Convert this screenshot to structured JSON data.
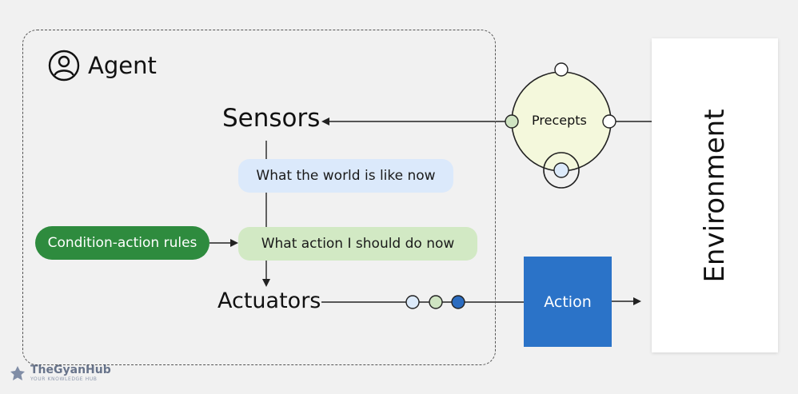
{
  "agent": {
    "title": "Agent"
  },
  "labels": {
    "sensors": "Sensors",
    "actuators": "Actuators",
    "world_state": "What the world is like now",
    "action_choice": "What action I should do now",
    "rules": "Condition-action rules",
    "precepts": "Precepts",
    "action": "Action",
    "environment": "Environment"
  },
  "watermark": {
    "brand": "TheGyanHub",
    "tagline": "YOUR KNOWLEDGE HUB"
  },
  "colors": {
    "rules_fill": "#2e8b3e",
    "world_pill": "#dbe9fb",
    "action_pill": "#d2e9c4",
    "precepts_circle": "#f4f8dc",
    "action_box": "#2b73c8",
    "dot_light_blue": "#dceafa",
    "dot_light_green": "#cfe4c2",
    "dot_dark_blue": "#2b6cc0"
  },
  "icons": [
    "user-circle-icon",
    "arrow-head-icon",
    "watermark-logo-icon"
  ]
}
